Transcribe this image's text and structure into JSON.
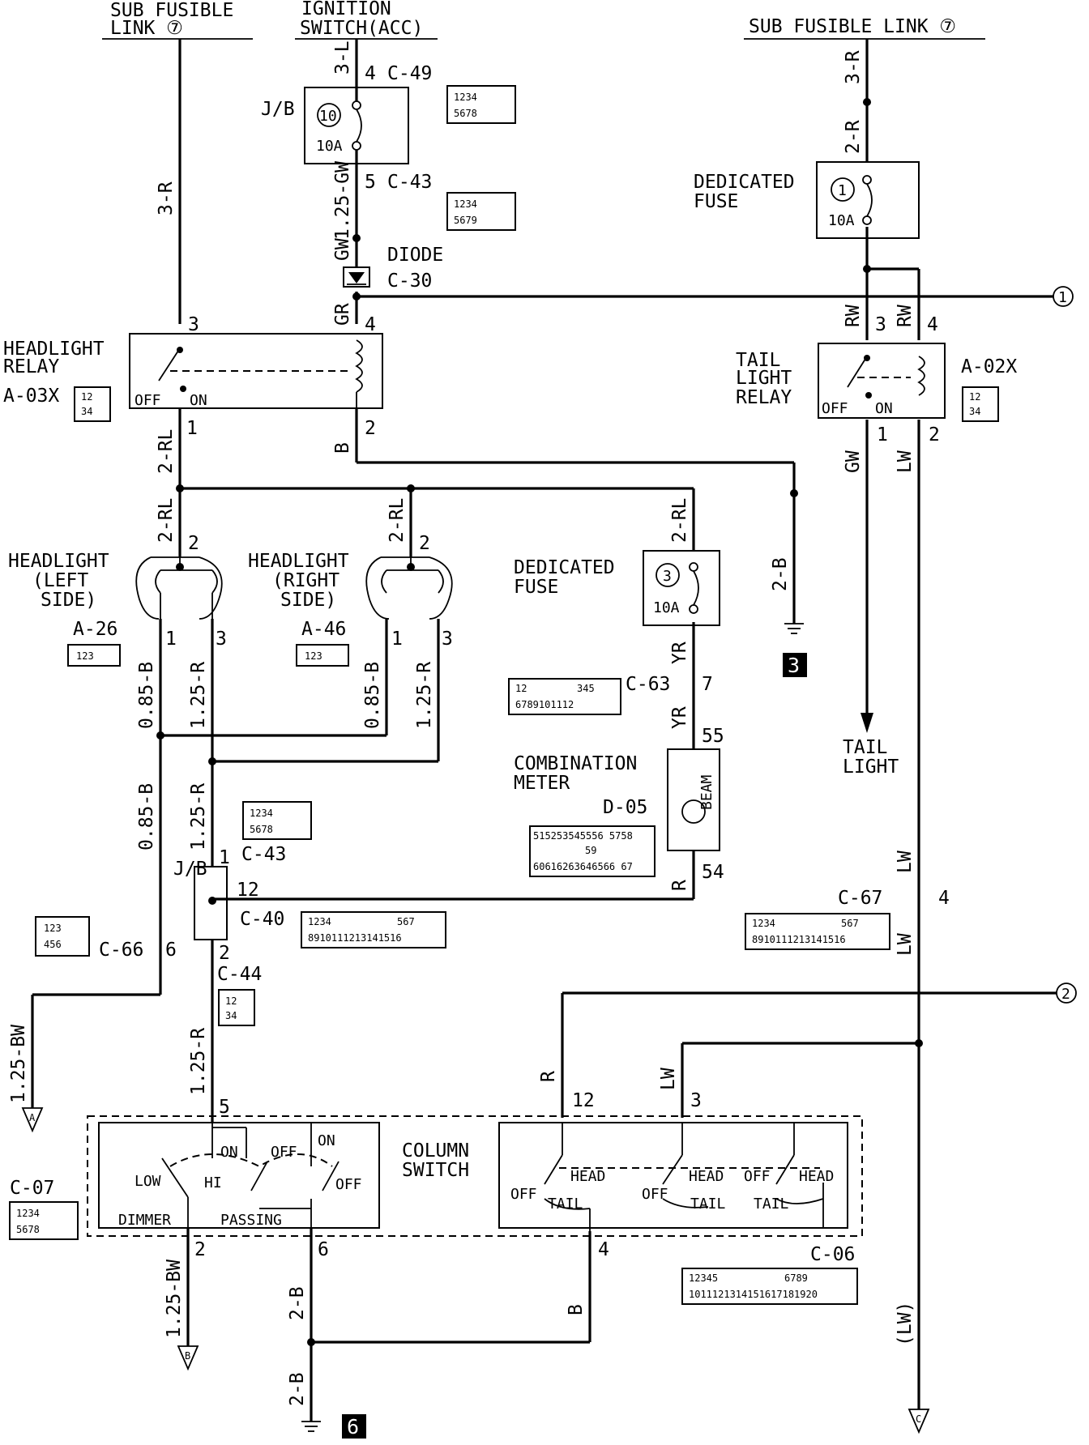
{
  "sources": {
    "sub_fusible_link_left": [
      "SUB FUSIBLE",
      "LINK ⑦"
    ],
    "ignition_switch": [
      "IGNITION",
      "SWITCH(ACC)"
    ],
    "sub_fusible_link_right": "SUB FUSIBLE LINK ⑦"
  },
  "components": {
    "jb_top": {
      "name": "J/B",
      "fuse_no": "10",
      "rating": "10A"
    },
    "diode": {
      "name": "DIODE",
      "connector": "C-30"
    },
    "headlight_relay": {
      "name": [
        "HEADLIGHT",
        "RELAY"
      ],
      "connector": "A-03X",
      "off": "OFF",
      "on": "ON"
    },
    "dedicated_fuse_1": {
      "name": [
        "DEDICATED",
        "FUSE"
      ],
      "fuse_no": "1",
      "rating": "10A"
    },
    "tail_light_relay": {
      "name": [
        "TAIL",
        "LIGHT",
        "RELAY"
      ],
      "connector": "A-02X",
      "off": "OFF",
      "on": "ON"
    },
    "headlight_left": {
      "name": [
        "HEADLIGHT",
        "(LEFT",
        "SIDE)"
      ],
      "connector": "A-26"
    },
    "headlight_right": {
      "name": [
        "HEADLIGHT",
        "(RIGHT",
        "SIDE)"
      ],
      "connector": "A-46"
    },
    "dedicated_fuse_3": {
      "name": [
        "DEDICATED",
        "FUSE"
      ],
      "fuse_no": "3",
      "rating": "10A"
    },
    "combination_meter": {
      "name": [
        "COMBINATION",
        "METER"
      ],
      "connector": "D-05",
      "lamp": "BEAM"
    },
    "tail_light": [
      "TAIL",
      "LIGHT"
    ],
    "jb_mid": {
      "name": "J/B",
      "connector": "C-40"
    },
    "column_switch": {
      "name": [
        "COLUMN",
        "SWITCH"
      ],
      "dimmer_label": "DIMMER",
      "passing_label": "PASSING",
      "low": "LOW",
      "hi": "HI",
      "on": "ON",
      "off": "OFF",
      "head": "HEAD",
      "tail": "TAIL"
    }
  },
  "connectors": {
    "c49": "C-49",
    "c43": "C-43",
    "c63": "C-63",
    "c67": "C-67",
    "c66": "C-66",
    "c44": "C-44",
    "c07": "C-07",
    "c06": "C-06"
  },
  "wires": {
    "w3r_left": "3-R",
    "w3l": "3-L",
    "w125gw": "1.25-GW",
    "gw": "GW",
    "gr": "GR",
    "w3r_right": "3-R",
    "w2r": "2-R",
    "rw1": "RW",
    "rw2": "RW",
    "w2rl_a": "2-RL",
    "w2rl_b": "2-RL",
    "w2rl_c": "2-RL",
    "w2rl_d": "2-RL",
    "b_relay": "B",
    "w2b_gnd": "2-B",
    "gw_tail": "GW",
    "lw_relay": "LW",
    "lw_mid": "LW",
    "lw_lower": "LW",
    "w085b_a": "0.85-B",
    "w125r_a": "1.25-R",
    "w085b_b": "0.85-B",
    "w125r_b": "1.25-R",
    "w085b_c": "0.85-B",
    "w125r_c": "1.25-R",
    "yr_a": "YR",
    "yr_b": "YR",
    "r_meter": "R",
    "w125bw_left": "1.25-BW",
    "w125r_d": "1.25-R",
    "w125bw_bottom": "1.25-BW",
    "w2b_bottom": "2-B",
    "w2b_gnd6": "2-B",
    "b_col": "B",
    "r_col": "R",
    "lw_col": "LW",
    "lw_paren": "(LW)"
  },
  "pins": {
    "p4_c49": "4",
    "p5_c43": "5",
    "p3_hr": "3",
    "p4_hr": "4",
    "p1_hr": "1",
    "p2_hr": "2",
    "p3_tr": "3",
    "p4_tr": "4",
    "p1_tr": "1",
    "p2_tr": "2",
    "p2_hl": "2",
    "p1_hl": "1",
    "p3_hl": "3",
    "p2_hrs": "2",
    "p1_hrs": "1",
    "p3_hrs": "3",
    "p7": "7",
    "p55": "55",
    "p54": "54",
    "p1_jb": "1",
    "p12_jb": "12",
    "p2_jb": "2",
    "p6_c66": "6",
    "p4_c67": "4",
    "p5_cs": "5",
    "p2_cs": "2",
    "p6_cs": "6",
    "p12_cs": "12",
    "p3_cs": "3",
    "p4_cs": "4"
  },
  "terminals": {
    "one": "1",
    "two": "2",
    "a": "A",
    "b": "B",
    "c": "C"
  },
  "grounds": {
    "g3": "3",
    "g6": "6"
  },
  "connector_grids": {
    "c49": [
      "1234",
      "5678"
    ],
    "c43_top": [
      "1234",
      "5679"
    ],
    "a03x": [
      "12",
      "34"
    ],
    "a02x": [
      "12",
      "34"
    ],
    "a26": "123",
    "a46": "123",
    "c63": [
      "12",
      "345",
      "6789101112"
    ],
    "c43_mid": [
      "1234",
      "5678"
    ],
    "d05": [
      "515253545556 5758",
      "59",
      "60616263646566 67"
    ],
    "c66": [
      "123",
      "456"
    ],
    "c40": [
      "1234",
      "567",
      "8910111213141516"
    ],
    "c67": [
      "1234",
      "567",
      "8910111213141516"
    ],
    "c44": [
      "12",
      "34"
    ],
    "c07": [
      "1234",
      "5678"
    ],
    "c06": [
      "12345",
      "6789",
      "1011121314151617181920"
    ]
  }
}
